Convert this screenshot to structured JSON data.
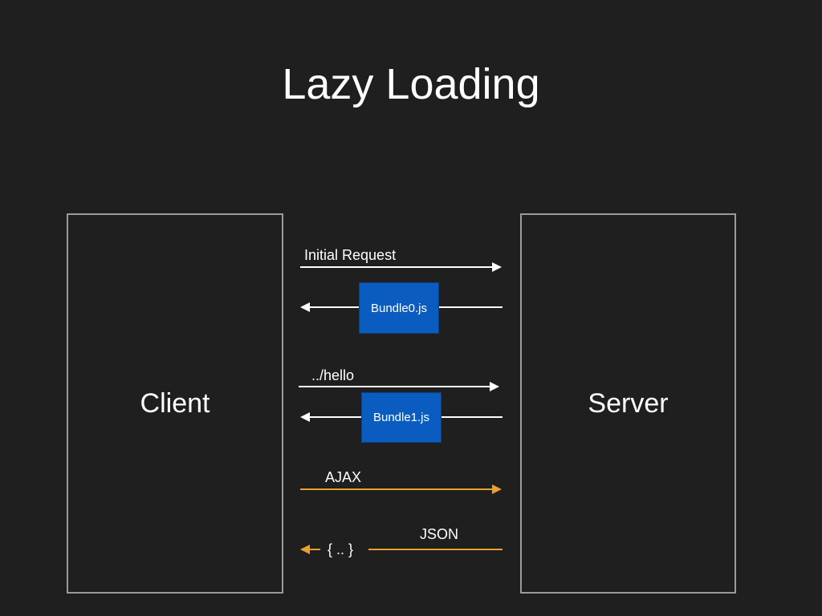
{
  "title": "Lazy Loading",
  "client_label": "Client",
  "server_label": "Server",
  "messages": {
    "initial_request": "Initial Request",
    "bundle0": "Bundle0.js",
    "hello": "../hello",
    "bundle1": "Bundle1.js",
    "ajax": "AJAX",
    "json": "JSON",
    "json_payload": "{ .. }"
  },
  "colors": {
    "background": "#1f1f1f",
    "arrow_white": "#ffffff",
    "arrow_orange": "#e8a030",
    "bundle_fill": "#0a5cc0",
    "box_border": "#9a9a9a"
  }
}
